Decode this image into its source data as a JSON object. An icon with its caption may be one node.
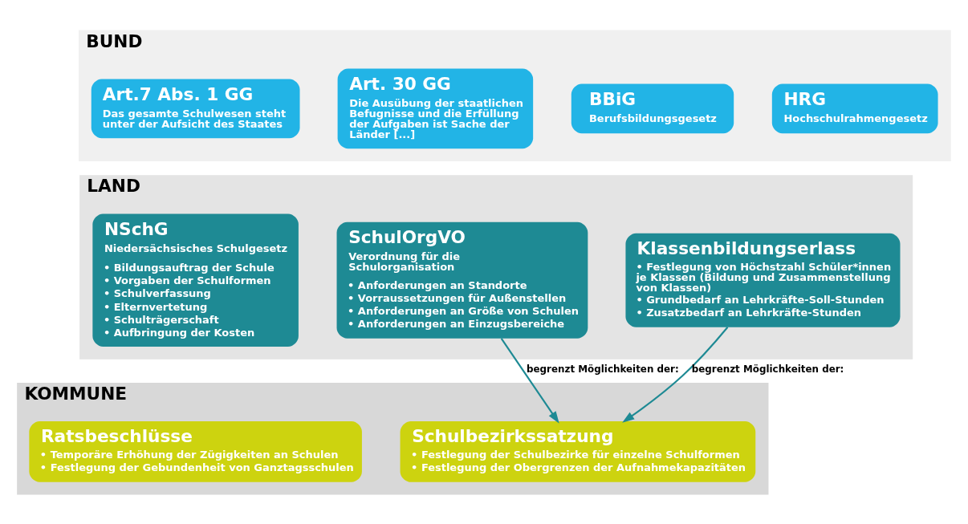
{
  "diagram": {
    "nodes": [
      {
        "text": [
          "BUND"
        ]
      },
      {
        "text": [
          "Art.7 Abs. 1 GG",
          "Das gesamte Schulwesen steht unter der Aufsicht des Staates"
        ],
        "in": 0
      },
      {
        "text": [
          "Art. 30 GG",
          "Die Ausübung der staatlichen Befugnisse und die Erfüllung der Aufgaben ist Sache der Länder [...]"
        ],
        "in": 0
      },
      {
        "text": [
          "BBiG",
          "Berufsbildungsgesetz"
        ],
        "in": 0
      },
      {
        "text": [
          "HRG",
          "Hochschulrahmengesetz"
        ],
        "in": 0
      },
      {
        "text": [
          "LAND"
        ]
      },
      {
        "text": [
          "NSchG",
          "Niedersächsisches Schulgesetz",
          "• Bildungsauftrag der Schule",
          "• Vorgaben der Schulformen",
          "• Schulverfassung",
          "• Elternvertetung",
          "• Schulträgerschaft",
          "• Aufbringung der Kosten"
        ],
        "in": 5
      },
      {
        "text": [
          "SchulOrgVO",
          "Verordnung für die Schulorganisation",
          "• Anforderungen an Standorte",
          "• Vorraussetzungen für Außenstellen",
          "• Anforderungen an Größe von Schulen",
          "• Anforderungen an Einzugsbereiche"
        ],
        "in": 5
      },
      {
        "text": [
          "Klassenbildungserlass",
          "• Festlegung von Höchstzahl Schüler*innen je Klassen (Bildung und Zusammenstellung von Klassen)",
          "• Grundbedarf an Lehrkräfte-Soll-Stunden",
          "• Zusatzbedarf an Lehrkräfte-Stunden"
        ],
        "in": 5
      },
      {
        "text": [
          "KOMMUNE"
        ]
      },
      {
        "text": [
          "Ratsbeschlüsse",
          "• Temporäre Erhöhung der Zügigkeiten an Schulen",
          "• Festlegung der Gebundenheit von Ganztagsschulen"
        ],
        "in": 9
      },
      {
        "text": [
          "Schulbezirkssatzung",
          "• Festlegung der Schulbezirke für einzelne Schulformen",
          "• Festlegung der Obergrenzen der Aufnahmekapazitäten"
        ],
        "in": 9
      }
    ],
    "edges": [
      {
        "from": 7,
        "to": 11,
        "arrow": "to",
        "label": "begrenzt Möglichkeiten der:"
      },
      {
        "from": 8,
        "to": 11,
        "arrow": "to",
        "label": "begrenzt Möglichkeiten der:"
      }
    ]
  }
}
